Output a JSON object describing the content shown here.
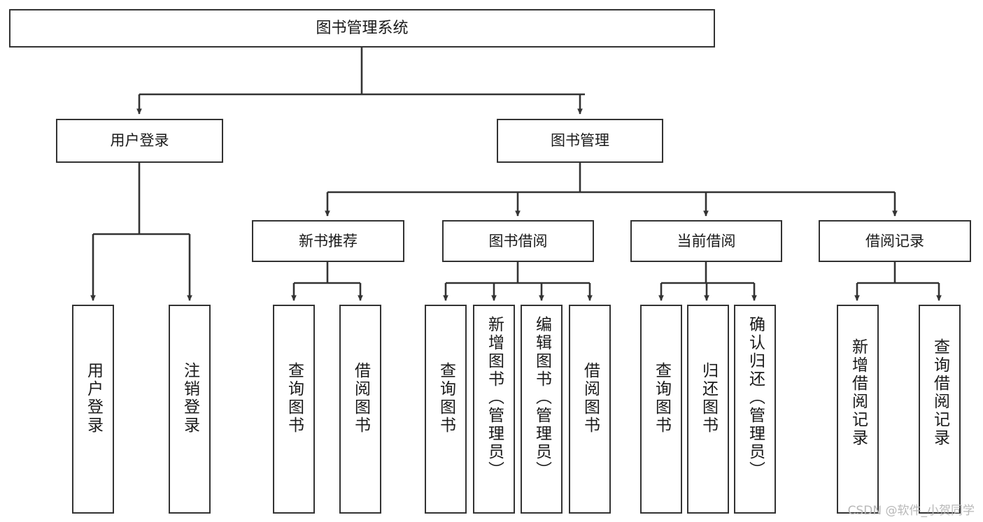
{
  "diagram": {
    "title": "图书管理系统",
    "type": "tree-hierarchy-diagram",
    "colors": {
      "box_border": "#333333",
      "box_fill": "#ffffff",
      "edge": "#333333",
      "text": "#1a1a1a",
      "watermark": "#b8b8b8",
      "background": "#ffffff"
    },
    "root": {
      "label": "图书管理系统"
    },
    "level2": [
      {
        "label": "用户登录"
      },
      {
        "label": "图书管理"
      }
    ],
    "level3": [
      {
        "label": "新书推荐"
      },
      {
        "label": "图书借阅"
      },
      {
        "label": "当前借阅"
      },
      {
        "label": "借阅记录"
      }
    ],
    "leaves": {
      "user_login": [
        {
          "label": "用户登录"
        },
        {
          "label": "注销登录"
        }
      ],
      "new_book": [
        {
          "label": "查询图书"
        },
        {
          "label": "借阅图书"
        }
      ],
      "book_borrow": [
        {
          "label": "查询图书"
        },
        {
          "label": "新增图书（管理员）"
        },
        {
          "label": "编辑图书（管理员）"
        },
        {
          "label": "借阅图书"
        }
      ],
      "current_borrow": [
        {
          "label": "查询图书"
        },
        {
          "label": "归还图书"
        },
        {
          "label": "确认归还（管理员）"
        }
      ],
      "borrow_record": [
        {
          "label": "新增借阅记录"
        },
        {
          "label": "查询借阅记录"
        }
      ]
    }
  },
  "watermark": {
    "text": "CSDN @软件_小贺同学"
  }
}
